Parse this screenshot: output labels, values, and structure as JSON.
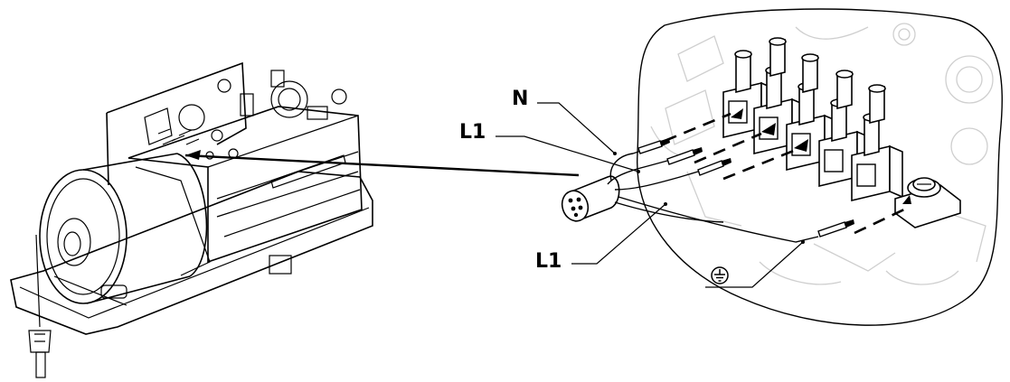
{
  "labels": {
    "neutral": "N",
    "line_upper": "L1",
    "line_lower": "L1"
  },
  "icons": {
    "earth": "protective-earth-icon"
  },
  "colors": {
    "line": "#000000",
    "background_outline": "#cfcfcf",
    "fill": "#ffffff"
  }
}
